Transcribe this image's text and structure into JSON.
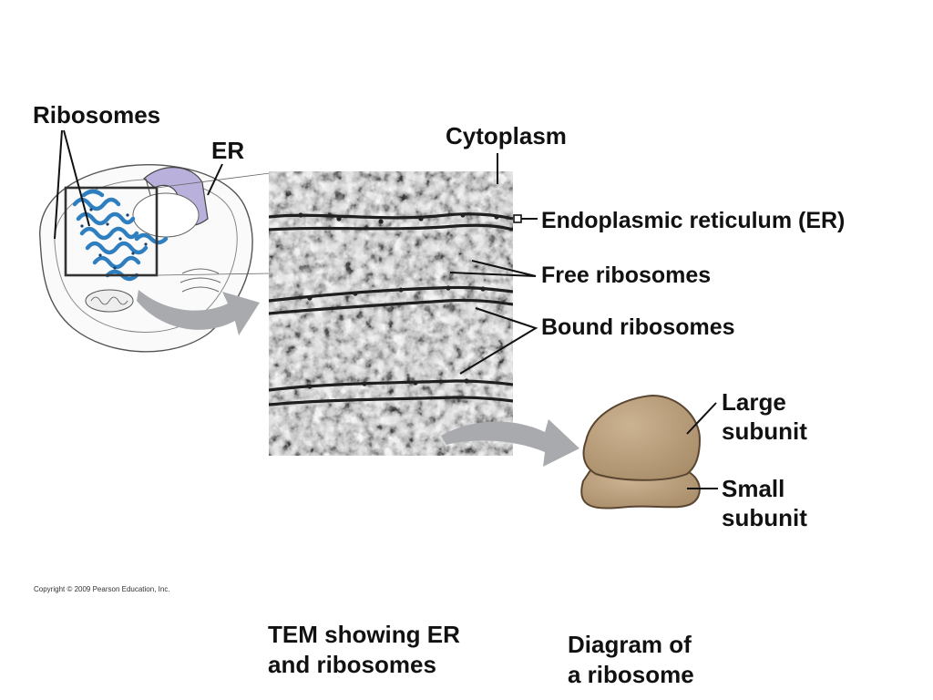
{
  "labels": {
    "ribosomes": "Ribosomes",
    "er": "ER",
    "cytoplasm": "Cytoplasm",
    "endoplasmic_reticulum": "Endoplasmic reticulum (ER)",
    "free_ribosomes": "Free ribosomes",
    "bound_ribosomes": "Bound ribosomes",
    "large_subunit_1": "Large",
    "large_subunit_2": "subunit",
    "small_subunit_1": "Small",
    "small_subunit_2": "subunit"
  },
  "captions": {
    "tem_line1": "TEM showing ER",
    "tem_line2": "and ribosomes",
    "diagram_line1": "Diagram of",
    "diagram_line2": "a ribosome"
  },
  "copyright": "Copyright © 2009 Pearson Education, Inc.",
  "colors": {
    "er_blue": "#2f7fc0",
    "er_lavender": "#b9b0dc",
    "ribosome_tan": "#b79b77",
    "ribosome_edge": "#5a4630",
    "arrow_gray": "#a8aaad"
  }
}
